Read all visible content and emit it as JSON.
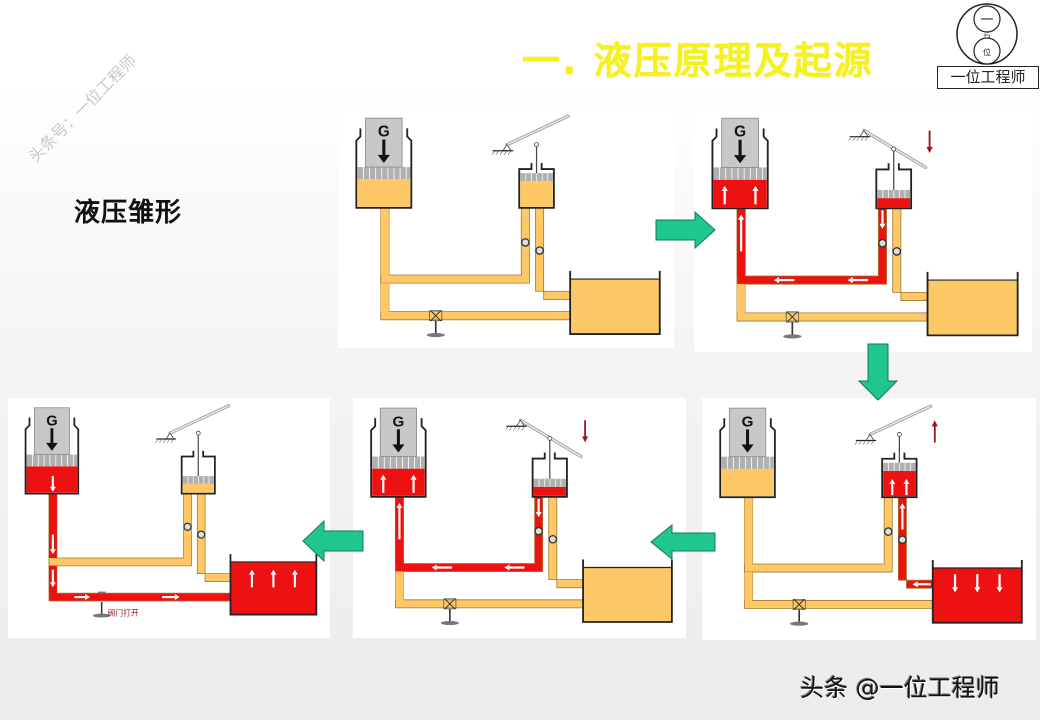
{
  "title": "一. 液压原理及起源",
  "subtitle": "液压雏形",
  "logo": {
    "top_char": "一",
    "middle_char": "ら",
    "bottom_char": "位",
    "label": "一位工程师"
  },
  "watermark": "头条号：一位工程师",
  "footer": "头条 @一位工程师",
  "colors": {
    "title": "#f5f01e",
    "oil_idle": "#fdc865",
    "oil_pressure": "#ee1111",
    "weight": "#c8c8c8",
    "piston": "#b0b0b0",
    "flow_arrow": "#1fc690",
    "lever_arrow": "#a01020"
  },
  "panels": [
    {
      "id": "step-1",
      "weight_label": "G",
      "main_cylinder": "idle",
      "pump_cylinder": "idle",
      "pump_piston": "up",
      "pressure_line": "idle",
      "suction_line": "idle",
      "return_line": "idle",
      "tank": "idle",
      "lever_motion": "none",
      "valve_label": ""
    },
    {
      "id": "step-2",
      "weight_label": "G",
      "main_cylinder": "pressure",
      "pump_cylinder": "pressure",
      "pump_piston": "down",
      "pressure_line": "pressure",
      "suction_line": "idle",
      "return_line": "idle",
      "tank": "idle",
      "lever_motion": "down",
      "valve_label": ""
    },
    {
      "id": "step-3",
      "weight_label": "G",
      "main_cylinder": "idle",
      "pump_cylinder": "pressure",
      "pump_piston": "up",
      "pressure_line": "idle",
      "suction_line": "pressure",
      "return_line": "idle",
      "tank": "pressure",
      "lever_motion": "up",
      "valve_label": ""
    },
    {
      "id": "step-4",
      "weight_label": "G",
      "main_cylinder": "pressure",
      "pump_cylinder": "pressure",
      "pump_piston": "down",
      "pressure_line": "pressure",
      "suction_line": "idle",
      "return_line": "idle",
      "tank": "idle",
      "lever_motion": "down",
      "valve_label": ""
    },
    {
      "id": "step-5",
      "weight_label": "G",
      "main_cylinder": "return",
      "pump_cylinder": "idle",
      "pump_piston": "down",
      "pressure_line": "idle",
      "suction_line": "idle",
      "return_line": "pressure",
      "tank": "return",
      "lever_motion": "none",
      "valve_label": "阀门打开"
    }
  ],
  "flow_arrows": [
    {
      "from": "step-1",
      "to": "step-2",
      "direction": "right"
    },
    {
      "from": "step-2",
      "to": "step-3",
      "direction": "down"
    },
    {
      "from": "step-3",
      "to": "step-4",
      "direction": "left"
    },
    {
      "from": "step-4",
      "to": "step-5",
      "direction": "left"
    }
  ]
}
